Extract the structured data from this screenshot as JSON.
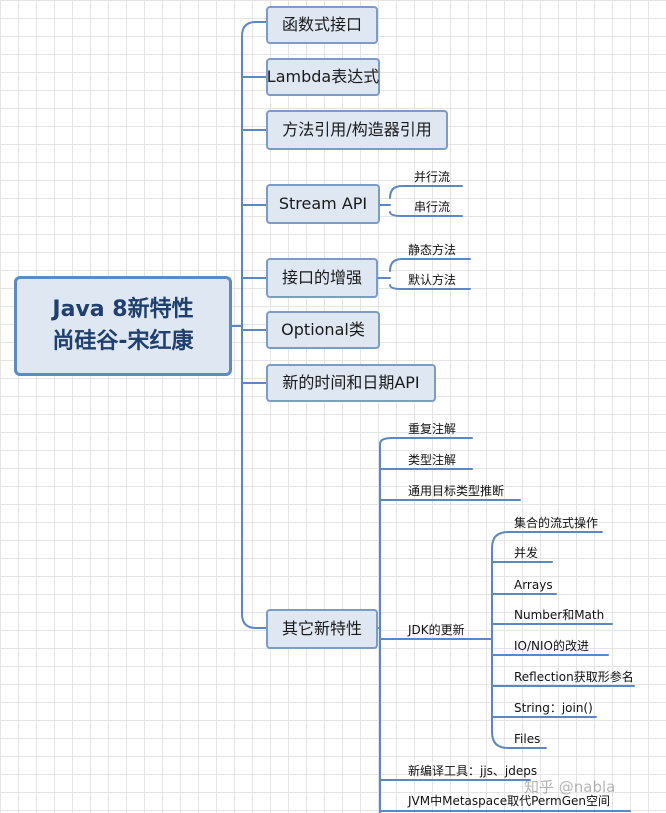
{
  "root": {
    "line1": "Java 8新特性",
    "line2": "尚硅谷-宋红康"
  },
  "branches": {
    "functional_interface": "函数式接口",
    "lambda": "Lambda表达式",
    "method_ref": "方法引用/构造器引用",
    "stream": {
      "label": "Stream API",
      "children": [
        "并行流",
        "串行流"
      ]
    },
    "interface": {
      "label": "接口的增强",
      "children": [
        "静态方法",
        "默认方法"
      ]
    },
    "optional": "Optional类",
    "datetime": "新的时间和日期API",
    "other": {
      "label": "其它新特性",
      "children": {
        "repeat_annotation": "重复注解",
        "type_annotation": "类型注解",
        "type_inference": "通用目标类型推断",
        "jdk": {
          "label": "JDK的更新",
          "children": [
            "集合的流式操作",
            "并发",
            "Arrays",
            "Number和Math",
            "IO/NIO的改进",
            "Reflection获取形参名",
            "String：join()",
            "Files"
          ]
        },
        "compiler": "新编译工具：jjs、jdeps",
        "jvm": "JVM中Metaspace取代PermGen空间"
      }
    }
  },
  "watermark": "知乎 @nabla",
  "colors": {
    "line": "#5b87c5",
    "node_fill": "#dfe7f2",
    "node_border": "#7b9cc6",
    "root_text": "#1f3f6f"
  }
}
